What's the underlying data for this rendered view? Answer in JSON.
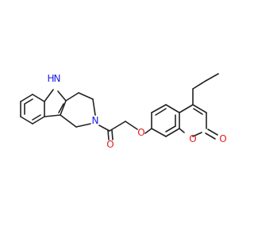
{
  "molecule": {
    "atoms": [
      {
        "label": "H",
        "color": "#1a1ae6"
      },
      {
        "label": "N",
        "color": "#1a1ae6"
      },
      {
        "label": "N",
        "color": "#1a1ae6"
      },
      {
        "label": "O",
        "color": "#e61a1a"
      },
      {
        "label": "O",
        "color": "#e61a1a"
      },
      {
        "label": "O",
        "color": "#e61a1a"
      },
      {
        "label": "O",
        "color": "#e61a1a"
      }
    ],
    "bond_color": "#222222"
  }
}
